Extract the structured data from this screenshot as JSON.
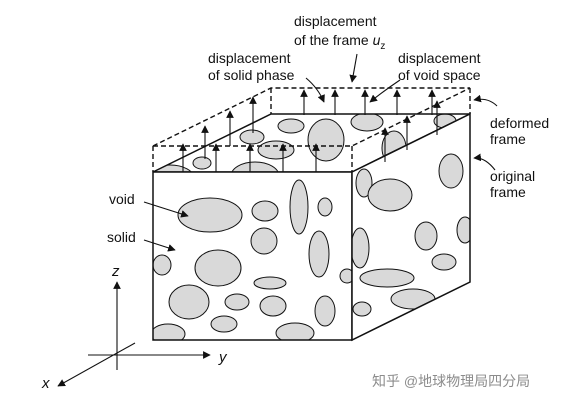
{
  "labels": {
    "displacement_frame_line1": "displacement",
    "displacement_frame_line2": "of the frame ",
    "displacement_frame_symbol": "u",
    "displacement_frame_sub": "z",
    "displacement_solid_line1": "displacement",
    "displacement_solid_line2": "of solid phase",
    "displacement_void_line1": "displacement",
    "displacement_void_line2": "of void space",
    "deformed_line1": "deformed",
    "deformed_line2": "frame",
    "original_line1": "original",
    "original_line2": "frame",
    "void": "void",
    "solid": "solid"
  },
  "axes": {
    "z": "z",
    "y": "y",
    "x": "x"
  },
  "watermark": "知乎 @地球物理局四分局",
  "colors": {
    "void_fill": "#d9d9d9",
    "stroke": "#111111",
    "background": "#ffffff"
  }
}
